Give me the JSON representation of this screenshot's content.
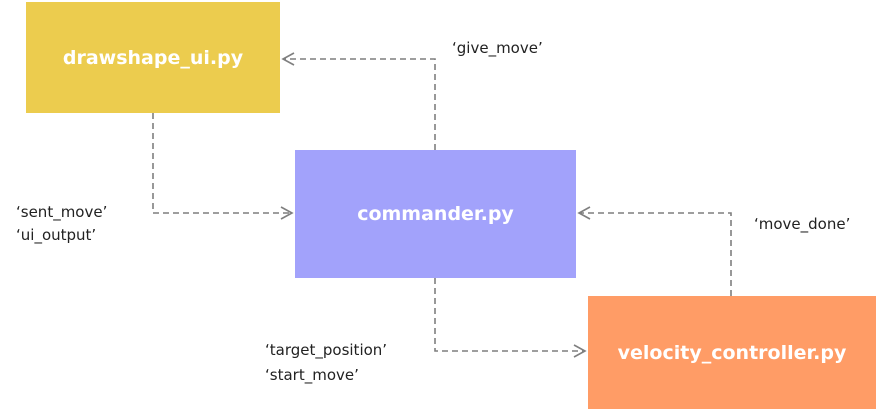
{
  "nodes": {
    "drawshape": {
      "label": "drawshape_ui.py",
      "color": "#ECCC4E"
    },
    "commander": {
      "label": "commander.py",
      "color": "#A2A2FB"
    },
    "velocity": {
      "label": "velocity_controller.py",
      "color": "#FF9C66"
    }
  },
  "edges": {
    "give_move": {
      "label": "‘give_move’"
    },
    "sent_move": {
      "labels": [
        "‘sent_move’",
        "‘ui_output’"
      ]
    },
    "move_done": {
      "label": "‘move_done’"
    },
    "target_position": {
      "labels": [
        "‘target_position’",
        "‘start_move’"
      ]
    }
  },
  "style": {
    "edge_color": "#7F7F7F"
  }
}
